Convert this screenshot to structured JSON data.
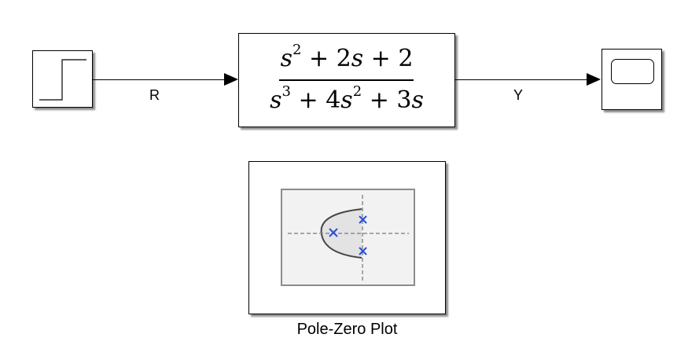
{
  "diagram": {
    "blocks": {
      "step": {
        "icon": "step-icon"
      },
      "transfer_fcn": {
        "numerator": [
          "s",
          "2",
          " + 2",
          "s",
          " + 2"
        ],
        "denominator": [
          "s",
          "3",
          " + 4",
          "s",
          "2",
          " + 3",
          "s"
        ]
      },
      "scope": {
        "icon": "scope-icon"
      },
      "pole_zero_plot": {
        "icon": "pole-zero-icon",
        "label": "Pole-Zero Plot"
      }
    },
    "signals": {
      "input": {
        "label": "R"
      },
      "output": {
        "label": "Y"
      }
    }
  }
}
